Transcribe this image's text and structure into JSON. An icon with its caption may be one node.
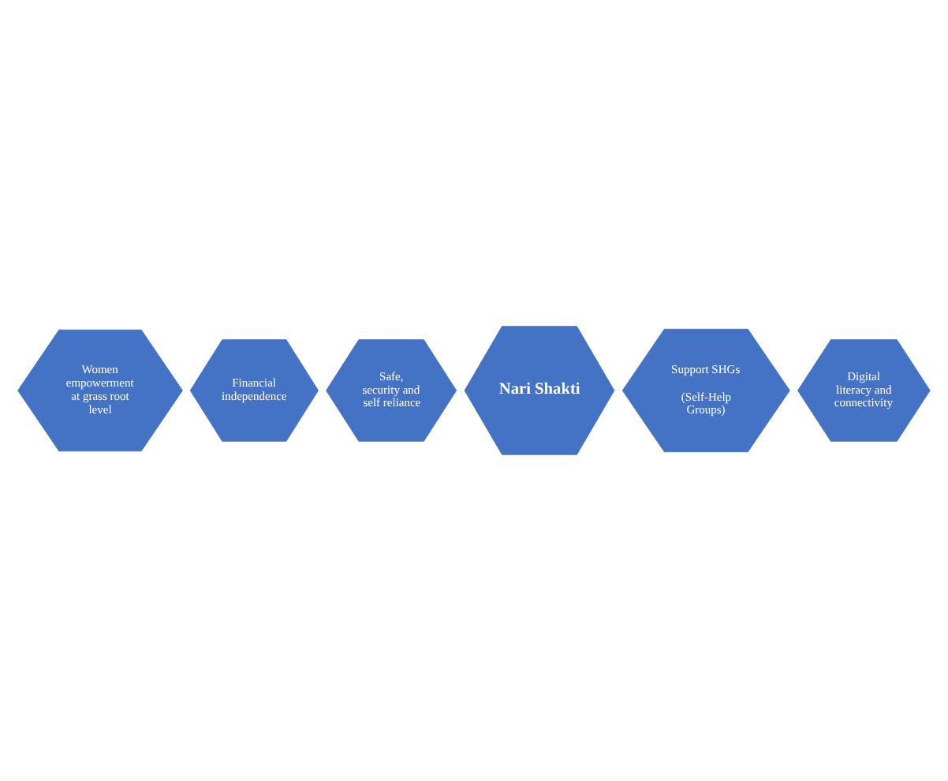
{
  "diagram": {
    "nodes": [
      {
        "text": [
          "Women empowerment at grass root level"
        ]
      },
      {
        "text": [
          "Financial independence"
        ]
      },
      {
        "text": [
          "Safe, security and self reliance"
        ]
      },
      {
        "text": [
          "Nari Shakti"
        ]
      },
      {
        "text": [
          "Support SHGs",
          "(Self-Help Groups)"
        ]
      },
      {
        "text": [
          "Digital literacy and connectivity"
        ]
      }
    ]
  }
}
